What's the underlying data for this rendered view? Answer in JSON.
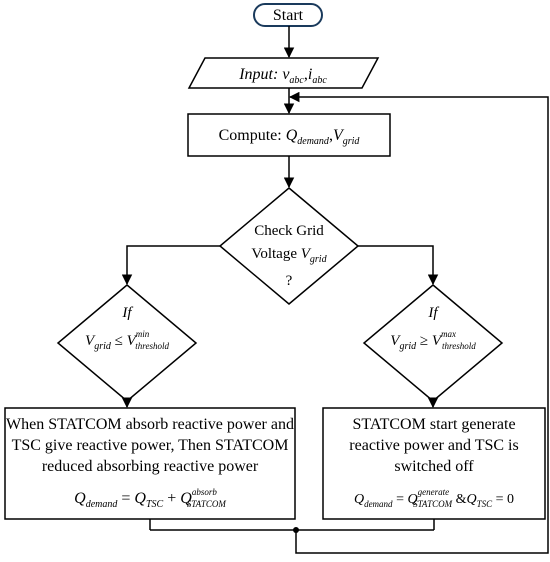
{
  "start": {
    "label": "Start"
  },
  "input": {
    "prefix": "Input:",
    "v": "v",
    "v_sub": "abc",
    "sep": ",",
    "i": "i",
    "i_sub": "abc"
  },
  "compute": {
    "prefix": "Compute:",
    "q": "Q",
    "q_sub": "demand",
    "sep": ",",
    "v": "V",
    "v_sub": "grid"
  },
  "check": {
    "line1": "Check Grid",
    "line2": "Voltage",
    "v": "V",
    "v_sub": "grid",
    "line3": "?"
  },
  "if_left": {
    "if": "If",
    "v": "V",
    "v_sub": "grid",
    "op": "≤",
    "vt": "V",
    "vt_sub": "threshold",
    "vt_sup": "min"
  },
  "if_right": {
    "if": "If",
    "v": "V",
    "v_sub": "grid",
    "op": "≥",
    "vt": "V",
    "vt_sub": "threshold",
    "vt_sup": "max"
  },
  "action_left": {
    "lines": [
      "When STATCOM absorb reactive power and",
      "TSC give reactive power, Then STATCOM",
      "reduced absorbing reactive power"
    ],
    "eq": {
      "q": "Q",
      "q_sub": "demand",
      "eq": "=",
      "q2": "Q",
      "q2_sub": "TSC",
      "plus": "+",
      "q3": "Q",
      "q3_sub": "STATCOM",
      "q3_sup": "absorb"
    }
  },
  "action_right": {
    "lines": [
      "STATCOM start generate",
      "reactive power and TSC is",
      "switched off"
    ],
    "eq": {
      "q": "Q",
      "q_sub": "demand",
      "eq": "=",
      "q2": "Q",
      "q2_sub": "STATCOM",
      "q2_sup": "generate",
      "amp": "&",
      "q3": "Q",
      "q3_sub": "TSC",
      "eq2": "= 0"
    }
  }
}
